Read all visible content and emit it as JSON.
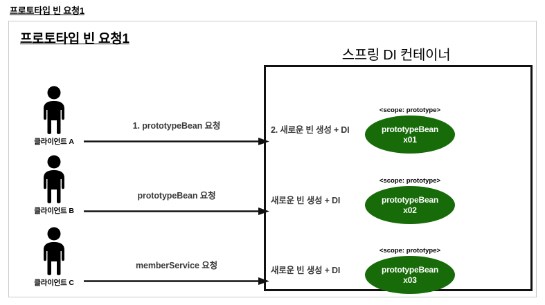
{
  "page": {
    "title": "프로토타입 빈 요청1"
  },
  "slide": {
    "title": "프로토타입 빈 요청1",
    "container": {
      "title": "스프링 DI 컨테이너",
      "border_color": "#111111"
    },
    "colors": {
      "bean_green": "#176b08",
      "arrow_black": "#111111",
      "label_gray": "#3a3a3a",
      "frame_gray": "#c9c9c9"
    },
    "clients": [
      {
        "icon": "person-icon",
        "label": "클라이언트 A"
      },
      {
        "icon": "person-icon",
        "label": "클라이언트 B"
      },
      {
        "icon": "person-icon",
        "label": "클라이언트 C"
      }
    ],
    "requests": [
      {
        "label": "1. prototypeBean 요청",
        "icon": "arrow-right-icon"
      },
      {
        "label": "prototypeBean 요청",
        "icon": "arrow-right-icon"
      },
      {
        "label": "memberService 요청",
        "icon": "arrow-right-icon"
      }
    ],
    "creations": [
      {
        "caption": "2. 새로운 빈 생성 + DI"
      },
      {
        "caption": "새로운 빈 생성 + DI"
      },
      {
        "caption": "새로운 빈 생성 + DI"
      }
    ],
    "beans": [
      {
        "scope": "<scope: prototype>",
        "name": "prototypeBean",
        "id": "x01"
      },
      {
        "scope": "<scope: prototype>",
        "name": "prototypeBean",
        "id": "x02"
      },
      {
        "scope": "<scope: prototype>",
        "name": "prototypeBean",
        "id": "x03"
      }
    ]
  }
}
